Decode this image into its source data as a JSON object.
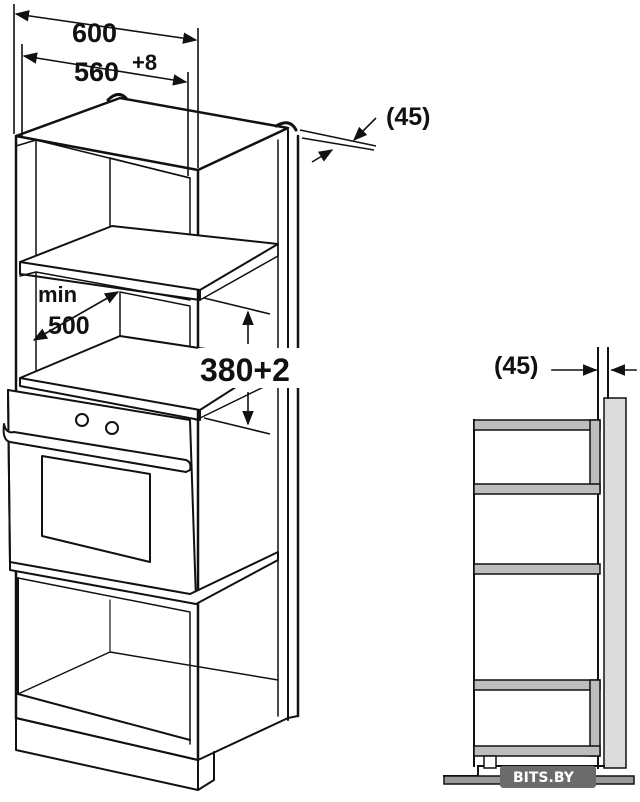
{
  "dimensions": {
    "overall_width": "600",
    "niche_width_base": "560",
    "niche_width_tolerance": "+8",
    "depth_offset_top": "(45)",
    "min_depth_line1": "min",
    "min_depth_line2": "500",
    "niche_height": "380+2",
    "depth_offset_side": "(45)"
  },
  "watermark": {
    "text": "BITS.BY"
  },
  "colors": {
    "line": "#111111",
    "panel_fill": "#dcdcdc",
    "shelf_fill": "#bdbdbd",
    "watermark_bg": "#6b6b6b",
    "watermark_text": "#ffffff",
    "background": "#ffffff"
  },
  "icons": {
    "arrow": "dimension-arrow-icon"
  }
}
